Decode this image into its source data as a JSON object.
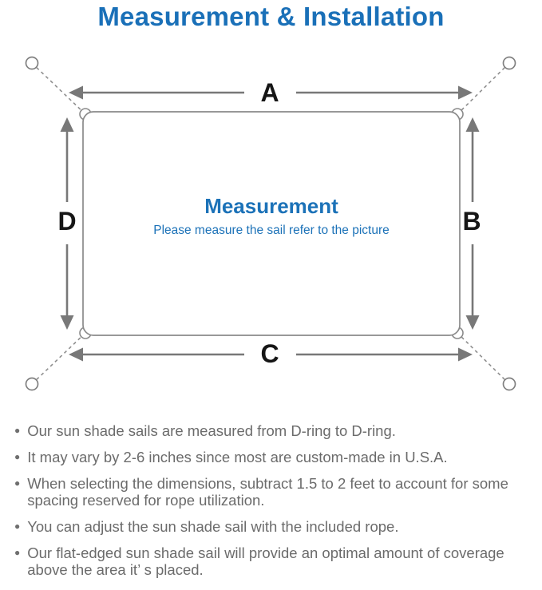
{
  "title": "Measurement & Installation",
  "diagram": {
    "center_heading": "Measurement",
    "center_subtitle": "Please measure the sail refer to the picture",
    "labels": {
      "top": "A",
      "right": "B",
      "bottom": "C",
      "left": "D"
    },
    "icons": {
      "anchor_ring": "circle-outline",
      "corner_d_ring": "small-circle-bump",
      "rope": "dashed-diagonal-line",
      "dimension": "double-headed-arrow"
    }
  },
  "notes": {
    "bullet_glyph": "●",
    "items": [
      {
        "text": "Our sun shade sails are measured from D-ring to D-ring."
      },
      {
        "text": "It may vary by 2-6 inches since most are custom-made in U.S.A."
      },
      {
        "text": "When selecting the dimensions, subtract 1.5 to 2 feet to account for some spacing reserved for rope utilization."
      },
      {
        "text": "You can adjust the sun shade sail with the included rope."
      },
      {
        "text": "Our flat-edged sun shade sail will provide an optimal amount of coverage above the area it’ s placed."
      }
    ]
  },
  "colors": {
    "title_blue": "#1a70b8",
    "center_text_blue": "#1c72b8",
    "note_text_gray": "#6b6b6b",
    "diagram_line_gray": "#7d7d7d",
    "dimension_label_black": "#161616",
    "background": "#ffffff"
  }
}
